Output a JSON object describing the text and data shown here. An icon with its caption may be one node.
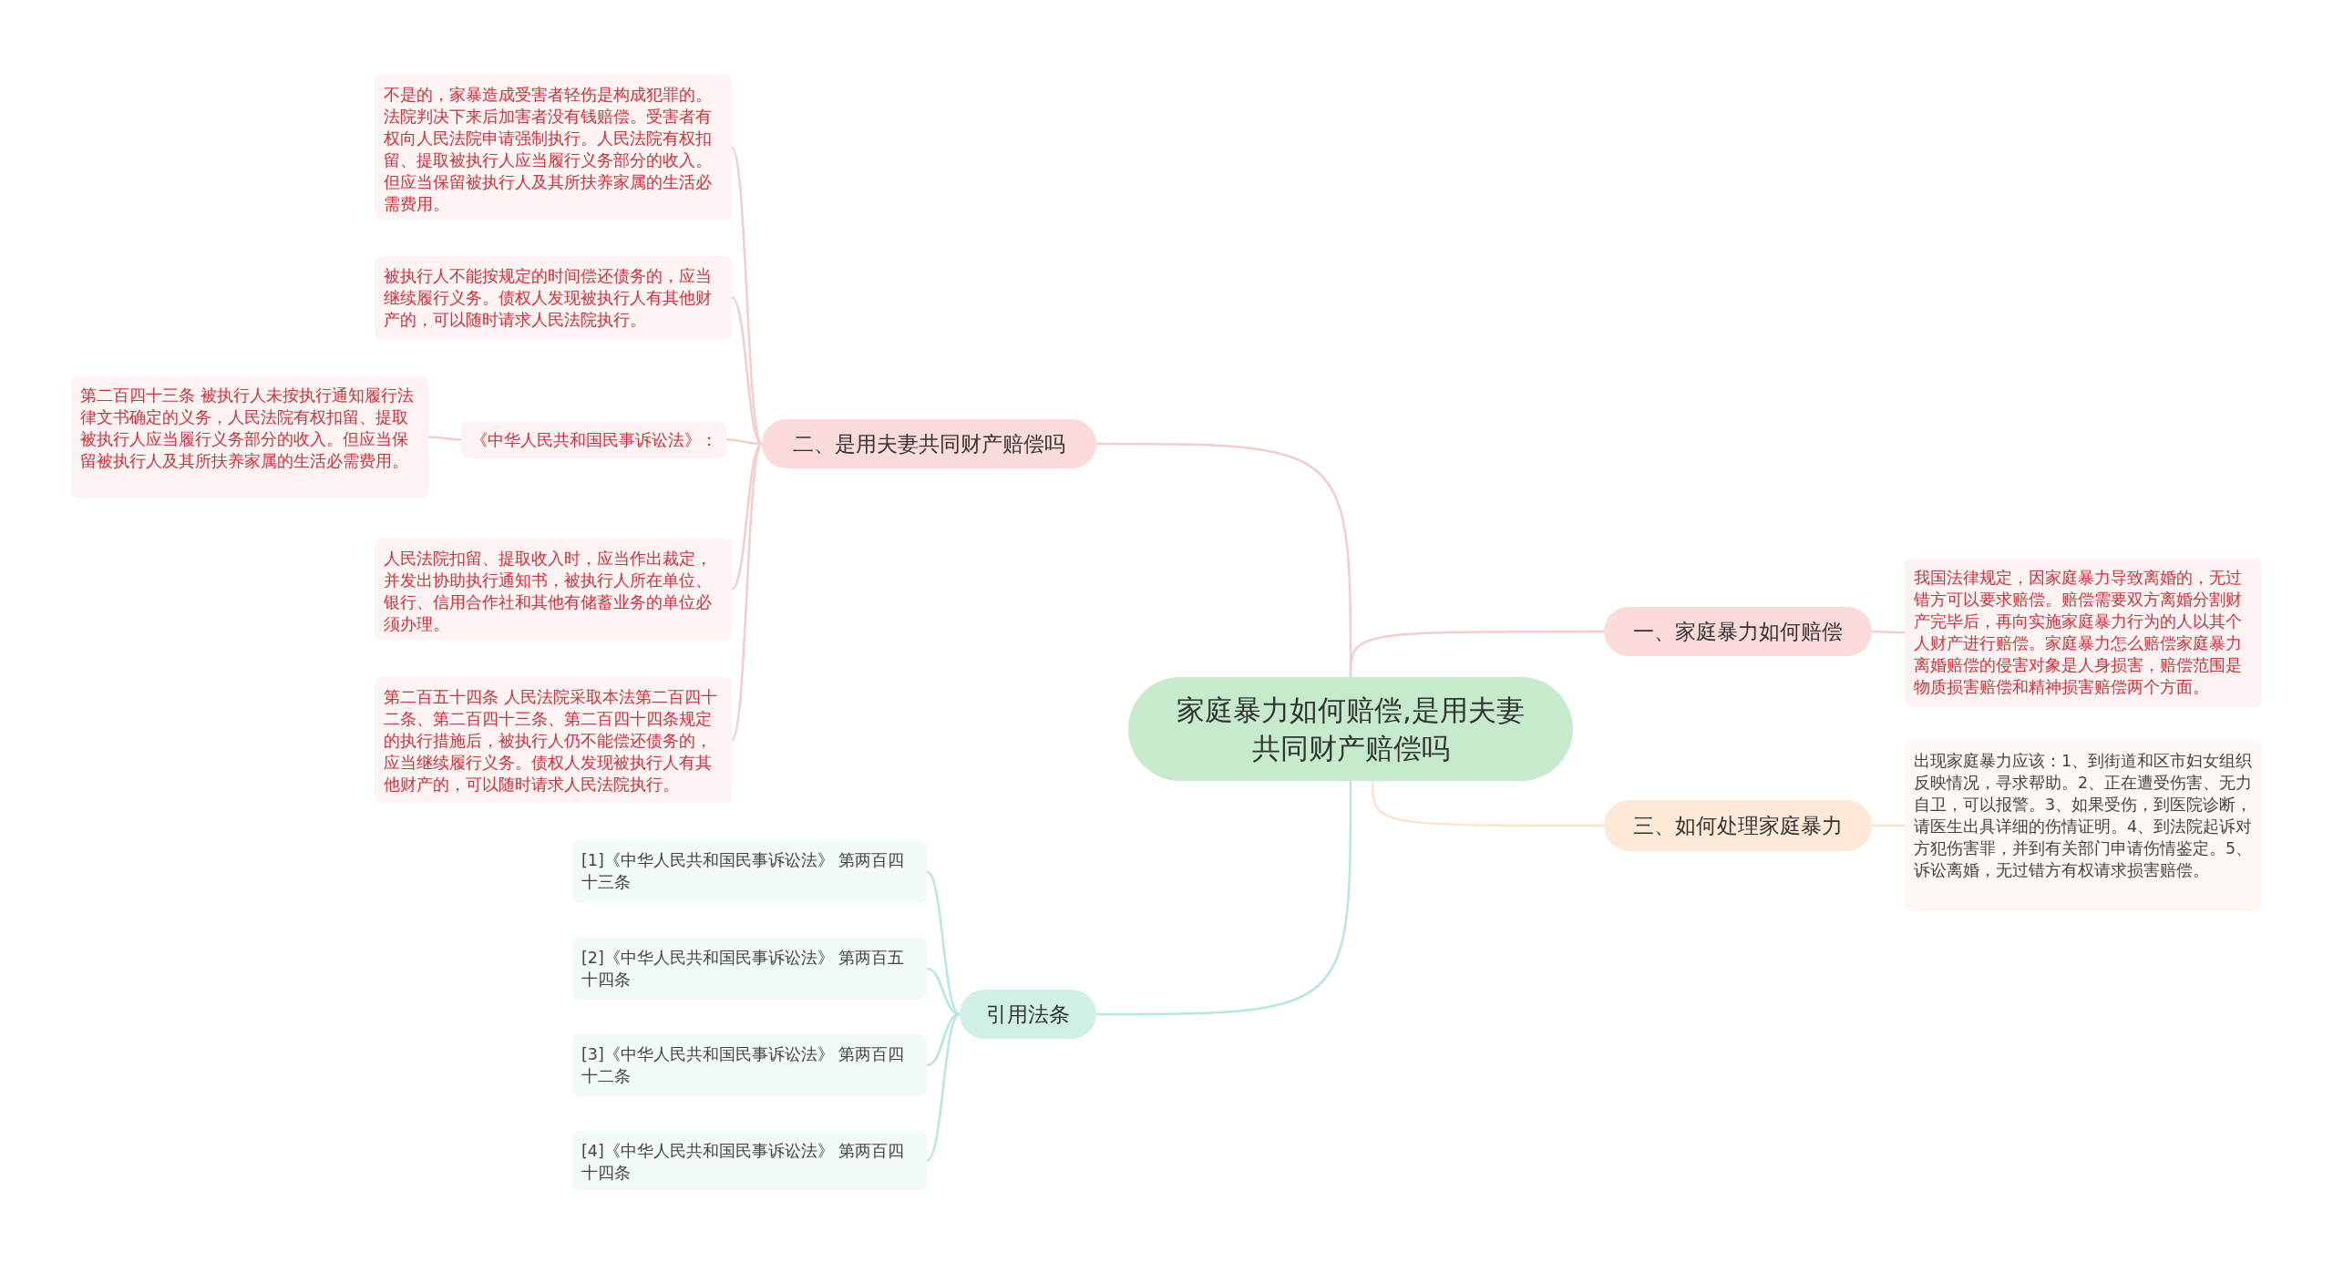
{
  "diagram": {
    "nodes": [
      {
        "text": [
          "家庭暴力如何赔偿,是用夫妻共同财产赔偿吗"
        ]
      },
      {
        "text": [
          "二、是用夫妻共同财产赔偿吗"
        ]
      },
      {
        "text": [
          "不是的，家暴造成受害者轻伤是构成犯罪的。法院判决下来后加害者没有钱赔偿。受害者有权向人民法院申请强制执行。人民法院有权扣留、提取被执行人应当履行义务部分的收入。但应当保留被执行人及其所扶养家属的生活必需费用。"
        ]
      },
      {
        "text": [
          "被执行人不能按规定的时间偿还债务的，应当继续履行义务。债权人发现被执行人有其他财产的，可以随时请求人民法院执行。"
        ]
      },
      {
        "text": [
          "《中华人民共和国民事诉讼法》："
        ]
      },
      {
        "text": [
          "第二百四十三条 被执行人未按执行通知履行法律文书确定的义务，人民法院有权扣留、提取被执行人应当履行义务部分的收入。但应当保留被执行人及其所扶养家属的生活必需费用。"
        ]
      },
      {
        "text": [
          "人民法院扣留、提取收入时，应当作出裁定，并发出协助执行通知书，被执行人所在单位、银行、信用合作社和其他有储蓄业务的单位必须办理。"
        ]
      },
      {
        "text": [
          "第二百五十四条 人民法院采取本法第二百四十二条、第二百四十三条、第二百四十四条规定的执行措施后，被执行人仍不能偿还债务的，应当继续履行义务。债权人发现被执行人有其他财产的，可以随时请求人民法院执行。"
        ]
      },
      {
        "text": [
          "一、家庭暴力如何赔偿"
        ]
      },
      {
        "text": [
          "我国法律规定，因家庭暴力导致离婚的，无过错方可以要求赔偿。赔偿需要双方离婚分割财产完毕后，再向实施家庭暴力行为的人以其个人财产进行赔偿。家庭暴力怎么赔偿家庭暴力离婚赔偿的侵害对象是人身损害，赔偿范围是物质损害赔偿和精神损害赔偿两个方面。"
        ]
      },
      {
        "text": [
          "三、如何处理家庭暴力"
        ]
      },
      {
        "text": [
          "出现家庭暴力应该：1、到街道和区市妇女组织反映情况，寻求帮助。2、正在遭受伤害、无力自卫，可以报警。3、如果受伤，到医院诊断，请医生出具详细的伤情证明。4、到法院起诉对方犯伤害罪，并到有关部门申请伤情鉴定。5、诉讼离婚，无过错方有权请求损害赔偿。"
        ]
      },
      {
        "text": [
          "引用法条"
        ]
      },
      {
        "text": [
          "[1]《中华人民共和国民事诉讼法》 第两百四十三条"
        ]
      },
      {
        "text": [
          "[2]《中华人民共和国民事诉讼法》 第两百五十四条"
        ]
      },
      {
        "text": [
          "[3]《中华人民共和国民事诉讼法》 第两百四十二条"
        ]
      },
      {
        "text": [
          "[4]《中华人民共和国民事诉讼法》 第两百四十四条"
        ]
      }
    ],
    "edges": [
      {
        "from": 0,
        "to": 1,
        "arrow": "none"
      },
      {
        "from": 1,
        "to": 2,
        "arrow": "none"
      },
      {
        "from": 1,
        "to": 3,
        "arrow": "none"
      },
      {
        "from": 1,
        "to": 4,
        "arrow": "none"
      },
      {
        "from": 4,
        "to": 5,
        "arrow": "none"
      },
      {
        "from": 1,
        "to": 6,
        "arrow": "none"
      },
      {
        "from": 1,
        "to": 7,
        "arrow": "none"
      },
      {
        "from": 0,
        "to": 8,
        "arrow": "none"
      },
      {
        "from": 8,
        "to": 9,
        "arrow": "none"
      },
      {
        "from": 0,
        "to": 10,
        "arrow": "none",
        "color": "#fbe3cc"
      },
      {
        "from": 10,
        "to": 11,
        "arrow": "none",
        "color": "#fbe3cc"
      },
      {
        "from": 0,
        "to": 12,
        "arrow": "none",
        "color": "#b5e6df"
      },
      {
        "from": 12,
        "to": 13,
        "arrow": "none",
        "color": "#b5e6df"
      },
      {
        "from": 12,
        "to": 14,
        "arrow": "none",
        "color": "#b5e6df"
      },
      {
        "from": 12,
        "to": 15,
        "arrow": "none",
        "color": "#b5e6df"
      },
      {
        "from": 12,
        "to": 16,
        "arrow": "none",
        "color": "#b5e6df"
      }
    ]
  }
}
